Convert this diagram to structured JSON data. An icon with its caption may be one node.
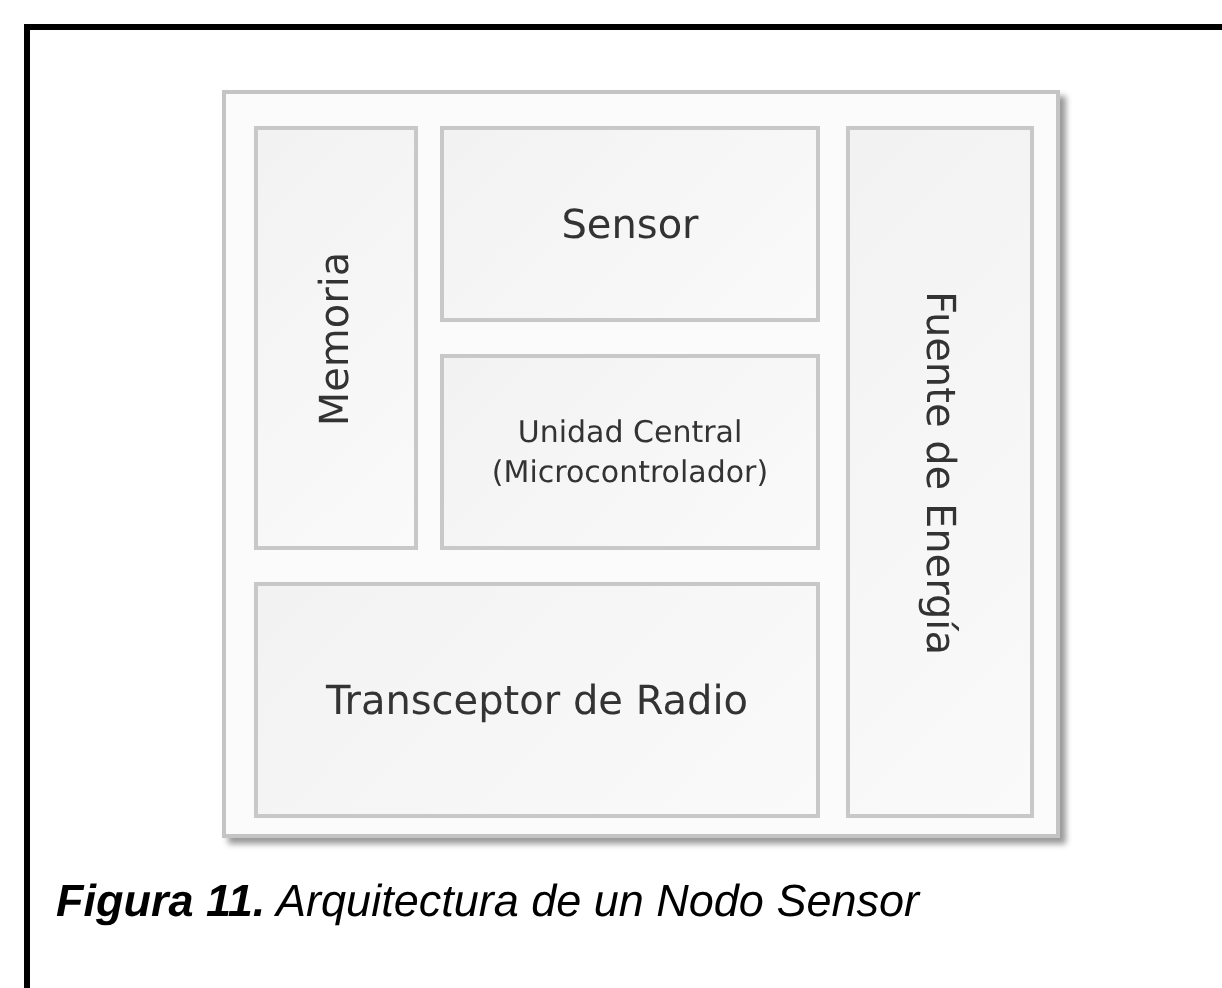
{
  "diagram": {
    "caption": "**Figura 11.** Arquitectura de un Nodo Sensor",
    "nodes": [
      {
        "text": [],
        "shape": "box"
      },
      {
        "text": [
          "Memoria"
        ],
        "in": 0
      },
      {
        "text": [
          "Sensor"
        ],
        "in": 0
      },
      {
        "text": [
          "Unidad Central (Microcontrolador)"
        ],
        "in": 0
      },
      {
        "text": [
          "Fuente de Energía"
        ],
        "in": 0
      },
      {
        "text": [
          "Transceptor de Radio"
        ],
        "in": 0
      }
    ]
  }
}
